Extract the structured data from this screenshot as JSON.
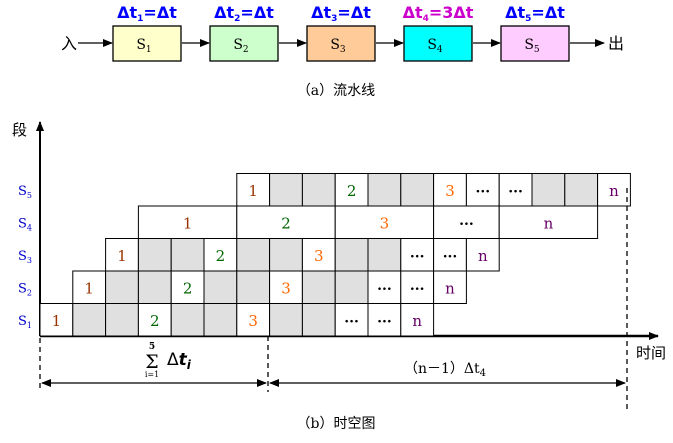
{
  "pipeline": {
    "input_label": "入",
    "output_label": "出",
    "caption": "（a）流水线",
    "stages": [
      {
        "label": "S",
        "sub": "1",
        "time_prefix": "Δt",
        "time_sub": "1",
        "time_value": "=Δt",
        "fill": "#ffffcc",
        "time_color": "#0000ff"
      },
      {
        "label": "S",
        "sub": "2",
        "time_prefix": "Δt",
        "time_sub": "2",
        "time_value": "=Δt",
        "fill": "#ccffcc",
        "time_color": "#0000ff"
      },
      {
        "label": "S",
        "sub": "3",
        "time_prefix": "Δt",
        "time_sub": "3",
        "time_value": "=Δt",
        "fill": "#ffcc99",
        "time_color": "#0000ff"
      },
      {
        "label": "S",
        "sub": "4",
        "time_prefix": "Δt",
        "time_sub": "4",
        "time_value": "=3Δt",
        "fill": "#00ffff",
        "time_color": "#cc00cc"
      },
      {
        "label": "S",
        "sub": "5",
        "time_prefix": "Δt",
        "time_sub": "5",
        "time_value": "=Δt",
        "fill": "#ffccff",
        "time_color": "#0000ff"
      }
    ]
  },
  "space_time": {
    "y_axis_label": "段",
    "x_axis_label": "时间",
    "caption": "（b）时空图",
    "row_labels": [
      {
        "label": "S",
        "sub": "5"
      },
      {
        "label": "S",
        "sub": "4"
      },
      {
        "label": "S",
        "sub": "3"
      },
      {
        "label": "S",
        "sub": "2"
      },
      {
        "label": "S",
        "sub": "1"
      }
    ],
    "sum_top": "5",
    "sum_symbol": "Σ",
    "sum_bottom": "i=1",
    "sum_term": "Δ",
    "sum_term_var": "t",
    "sum_term_sub": "i",
    "span_label": "（n－1）Δt",
    "span_label_sub": "4",
    "task_colors": {
      "1": "#993300",
      "2": "#006600",
      "3": "#ff6600",
      "n": "#660066",
      "dots": "#000000"
    },
    "rows": [
      {
        "stage": "S5",
        "cells": [
          {
            "start": 6,
            "len": 1,
            "text": "1"
          },
          {
            "start": 7,
            "len": 1,
            "text": ""
          },
          {
            "start": 8,
            "len": 1,
            "text": ""
          },
          {
            "start": 9,
            "len": 1,
            "text": "2"
          },
          {
            "start": 10,
            "len": 1,
            "text": ""
          },
          {
            "start": 11,
            "len": 1,
            "text": ""
          },
          {
            "start": 12,
            "len": 1,
            "text": "3"
          },
          {
            "start": 13,
            "len": 1,
            "text": "…"
          },
          {
            "start": 14,
            "len": 1,
            "text": "…"
          },
          {
            "start": 15,
            "len": 1,
            "text": ""
          },
          {
            "start": 16,
            "len": 1,
            "text": ""
          },
          {
            "start": 17,
            "len": 1,
            "text": "n"
          }
        ]
      },
      {
        "stage": "S4",
        "cells": [
          {
            "start": 3,
            "len": 3,
            "text": "1"
          },
          {
            "start": 6,
            "len": 3,
            "text": "2"
          },
          {
            "start": 9,
            "len": 3,
            "text": "3"
          },
          {
            "start": 12,
            "len": 2,
            "text": "…"
          },
          {
            "start": 14,
            "len": 3,
            "text": "n"
          }
        ]
      },
      {
        "stage": "S3",
        "cells": [
          {
            "start": 2,
            "len": 1,
            "text": "1"
          },
          {
            "start": 3,
            "len": 1,
            "text": ""
          },
          {
            "start": 4,
            "len": 1,
            "text": ""
          },
          {
            "start": 5,
            "len": 1,
            "text": "2"
          },
          {
            "start": 6,
            "len": 1,
            "text": ""
          },
          {
            "start": 7,
            "len": 1,
            "text": ""
          },
          {
            "start": 8,
            "len": 1,
            "text": "3"
          },
          {
            "start": 9,
            "len": 1,
            "text": ""
          },
          {
            "start": 10,
            "len": 1,
            "text": ""
          },
          {
            "start": 11,
            "len": 1,
            "text": "…"
          },
          {
            "start": 12,
            "len": 1,
            "text": "…"
          },
          {
            "start": 13,
            "len": 1,
            "text": "n"
          }
        ]
      },
      {
        "stage": "S2",
        "cells": [
          {
            "start": 1,
            "len": 1,
            "text": "1"
          },
          {
            "start": 2,
            "len": 1,
            "text": ""
          },
          {
            "start": 3,
            "len": 1,
            "text": ""
          },
          {
            "start": 4,
            "len": 1,
            "text": "2"
          },
          {
            "start": 5,
            "len": 1,
            "text": ""
          },
          {
            "start": 6,
            "len": 1,
            "text": ""
          },
          {
            "start": 7,
            "len": 1,
            "text": "3"
          },
          {
            "start": 8,
            "len": 1,
            "text": ""
          },
          {
            "start": 9,
            "len": 1,
            "text": ""
          },
          {
            "start": 10,
            "len": 1,
            "text": "…"
          },
          {
            "start": 11,
            "len": 1,
            "text": "…"
          },
          {
            "start": 12,
            "len": 1,
            "text": "n"
          }
        ]
      },
      {
        "stage": "S1",
        "cells": [
          {
            "start": 0,
            "len": 1,
            "text": "1"
          },
          {
            "start": 1,
            "len": 1,
            "text": ""
          },
          {
            "start": 2,
            "len": 1,
            "text": ""
          },
          {
            "start": 3,
            "len": 1,
            "text": "2"
          },
          {
            "start": 4,
            "len": 1,
            "text": ""
          },
          {
            "start": 5,
            "len": 1,
            "text": ""
          },
          {
            "start": 6,
            "len": 1,
            "text": "3"
          },
          {
            "start": 7,
            "len": 1,
            "text": ""
          },
          {
            "start": 8,
            "len": 1,
            "text": ""
          },
          {
            "start": 9,
            "len": 1,
            "text": "…"
          },
          {
            "start": 10,
            "len": 1,
            "text": "…"
          },
          {
            "start": 11,
            "len": 1,
            "text": "n"
          }
        ]
      }
    ]
  }
}
